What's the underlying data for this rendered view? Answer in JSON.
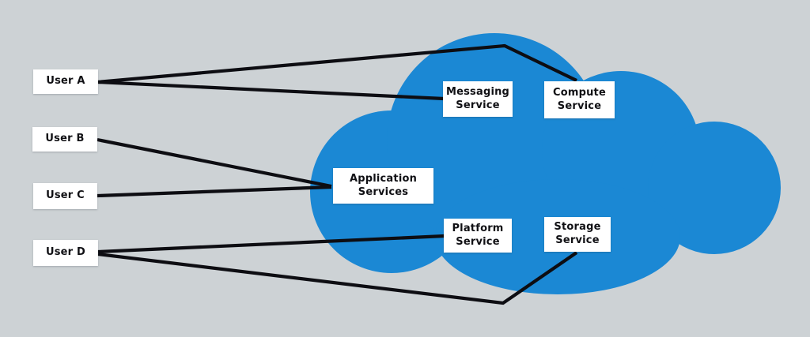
{
  "diagram": {
    "colors": {
      "background": "#cdd2d5",
      "cloud": "#1b88d4",
      "line": "#0d0d12",
      "node_background": "#ffffff",
      "node_text": "#101014"
    },
    "users": [
      {
        "label": "User A"
      },
      {
        "label": "User B"
      },
      {
        "label": "User C"
      },
      {
        "label": "User D"
      }
    ],
    "services": [
      {
        "label_line1": "Messaging",
        "label_line2": "Service"
      },
      {
        "label_line1": "Compute",
        "label_line2": "Service"
      },
      {
        "label_line1": "Application",
        "label_line2": "Services"
      },
      {
        "label_line1": "Platform",
        "label_line2": "Service"
      },
      {
        "label_line1": "Storage",
        "label_line2": "Service"
      }
    ],
    "connections": [
      {
        "from": "User A",
        "to": "Compute Service"
      },
      {
        "from": "User A",
        "to": "Messaging Service"
      },
      {
        "from": "User B",
        "to": "Application Services"
      },
      {
        "from": "User C",
        "to": "Application Services"
      },
      {
        "from": "User D",
        "to": "Platform Service"
      },
      {
        "from": "User D",
        "to": "Storage Service"
      }
    ]
  }
}
